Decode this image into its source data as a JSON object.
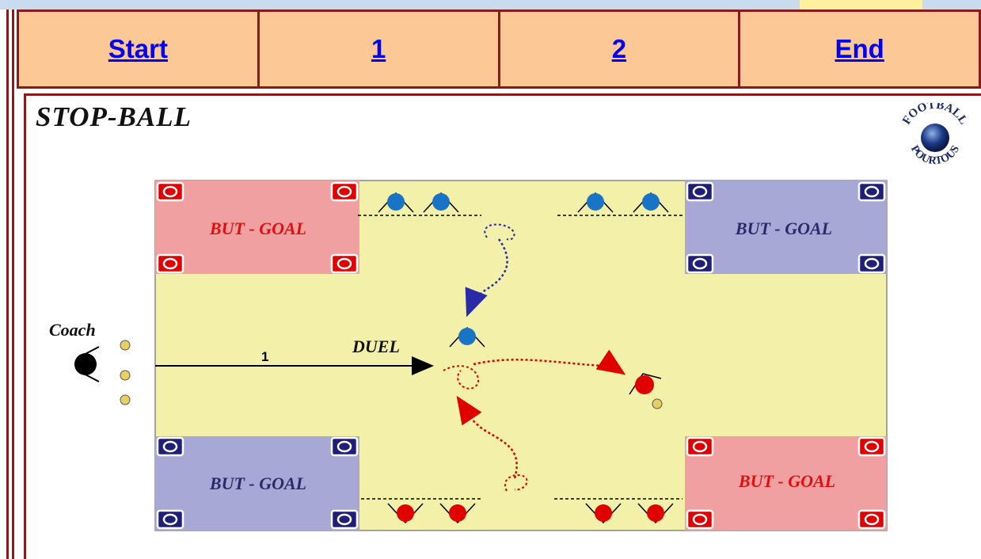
{
  "nav": {
    "start": "Start",
    "one": "1",
    "two": "2",
    "end": "End"
  },
  "page": {
    "title": "STOP-BALL"
  },
  "logo": {
    "text_top": "FOOTBALL",
    "text_bottom": "POURTOUS"
  },
  "diagram": {
    "goal_labels": [
      "BUT - GOAL",
      "BUT - GOAL",
      "BUT - GOAL",
      "BUT - GOAL"
    ],
    "coach_label": "Coach",
    "duel_label": "DUEL",
    "pass_number": "1"
  },
  "colors": {
    "field": "#f3f0aa",
    "red_zone": "#f0a0a0",
    "blue_zone": "#a8a8d6",
    "red": "#e00000",
    "blue": "#1a74c6",
    "nav_bg": "#fcc896",
    "border": "#8b1a1a"
  }
}
